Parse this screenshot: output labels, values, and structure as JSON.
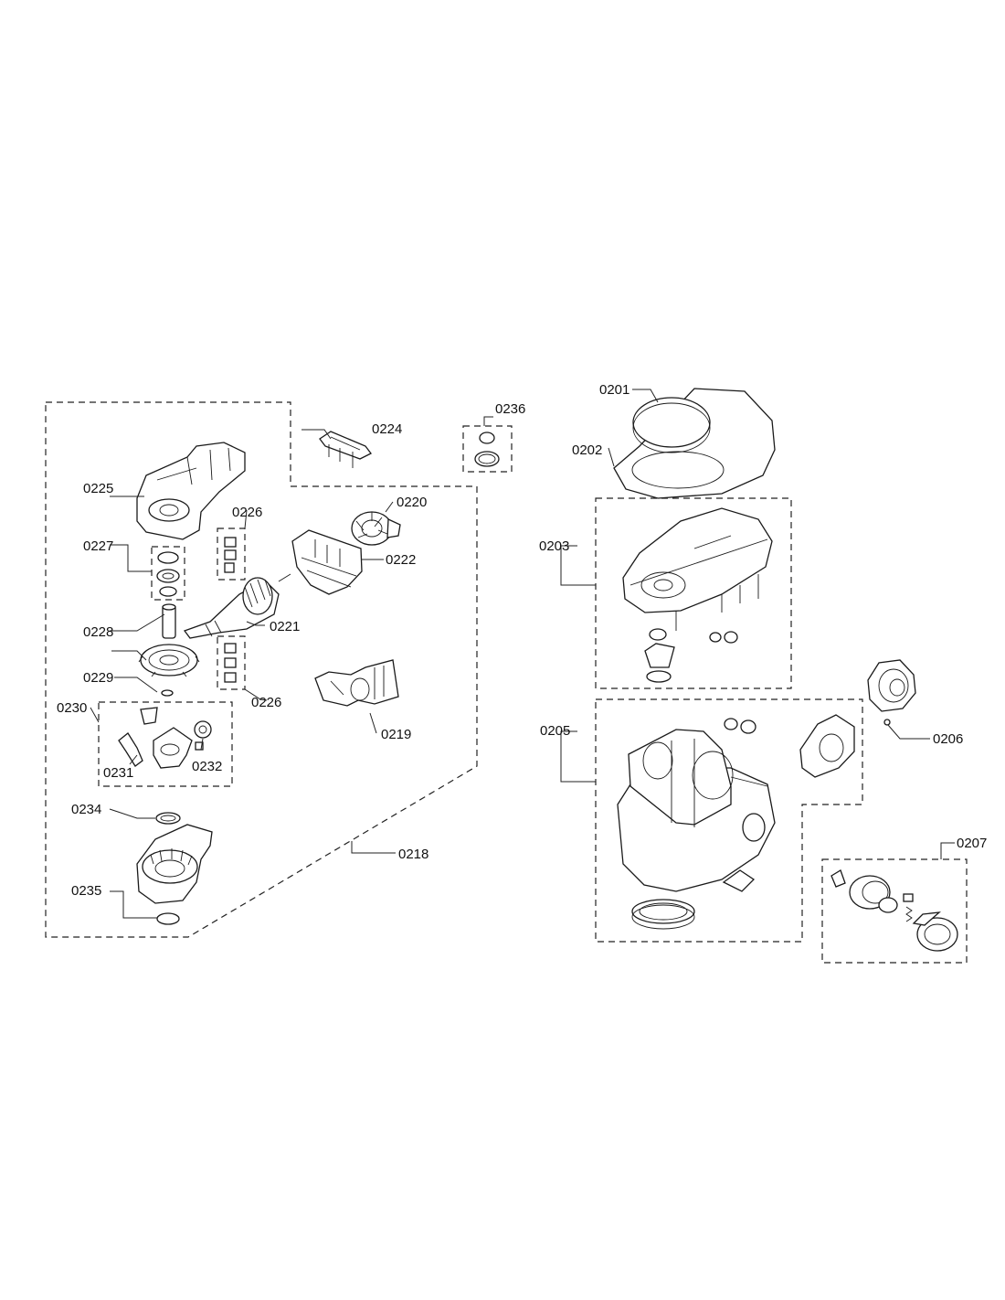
{
  "labels": {
    "p0201": "0201",
    "p0202": "0202",
    "p0203": "0203",
    "p0205": "0205",
    "p0206": "0206",
    "p0207": "0207",
    "p0218": "0218",
    "p0219": "0219",
    "p0220": "0220",
    "p0221": "0221",
    "p0222": "0222",
    "p0224": "0224",
    "p0225": "0225",
    "p0226a": "0226",
    "p0226b": "0226",
    "p0227": "0227",
    "p0228": "0228",
    "p0229": "0229",
    "p0230": "0230",
    "p0231": "0231",
    "p0232": "0232",
    "p0234": "0234",
    "p0235": "0235",
    "p0236": "0236"
  }
}
